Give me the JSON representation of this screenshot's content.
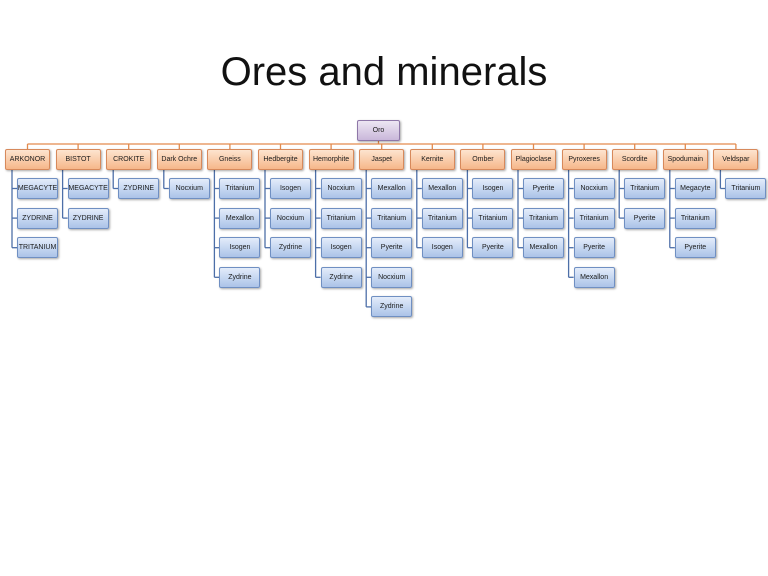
{
  "title": "Ores and minerals",
  "root": "Oro",
  "colors": {
    "ore_fill": "#f6b78a",
    "root_fill": "#c9b7da",
    "mineral_fill": "#abc3e8",
    "ore_connector": "#e38a4d",
    "mineral_connector": "#4d6fa8"
  },
  "ores": [
    {
      "name": "ARKONOR",
      "minerals": [
        "MEGACYTE",
        "ZYDRINE",
        "TRITANIUM"
      ]
    },
    {
      "name": "BISTOT",
      "minerals": [
        "MEGACYTE",
        "ZYDRINE"
      ]
    },
    {
      "name": "CROKITE",
      "minerals": [
        "ZYDRINE"
      ]
    },
    {
      "name": "Dark Ochre",
      "minerals": [
        "Nocxium"
      ]
    },
    {
      "name": "Gneiss",
      "minerals": [
        "Tritanium",
        "Mexallon",
        "Isogen",
        "Zydrine"
      ]
    },
    {
      "name": "Hedbergite",
      "minerals": [
        "Isogen",
        "Nocxium",
        "Zydrine"
      ]
    },
    {
      "name": "Hemorphite",
      "minerals": [
        "Nocxium",
        "Tritanium",
        "Isogen",
        "Zydrine"
      ]
    },
    {
      "name": "Jaspet",
      "minerals": [
        "Mexallon",
        "Tritanium",
        "Pyerite",
        "Nocxium",
        "Zydrine"
      ]
    },
    {
      "name": "Kernite",
      "minerals": [
        "Mexallon",
        "Tritanium",
        "Isogen"
      ]
    },
    {
      "name": "Omber",
      "minerals": [
        "Isogen",
        "Tritanium",
        "Pyerite"
      ]
    },
    {
      "name": "Plagioclase",
      "minerals": [
        "Pyerite",
        "Tritanium",
        "Mexallon"
      ]
    },
    {
      "name": "Pyroxeres",
      "minerals": [
        "Nocxium",
        "Tritanium",
        "Pyerite",
        "Mexallon"
      ]
    },
    {
      "name": "Scordite",
      "minerals": [
        "Tritanium",
        "Pyerite"
      ]
    },
    {
      "name": "Spodumain",
      "minerals": [
        "Megacyte",
        "Tritanium",
        "Pyerite"
      ]
    },
    {
      "name": "Veldspar",
      "minerals": [
        "Tritanium"
      ]
    }
  ]
}
